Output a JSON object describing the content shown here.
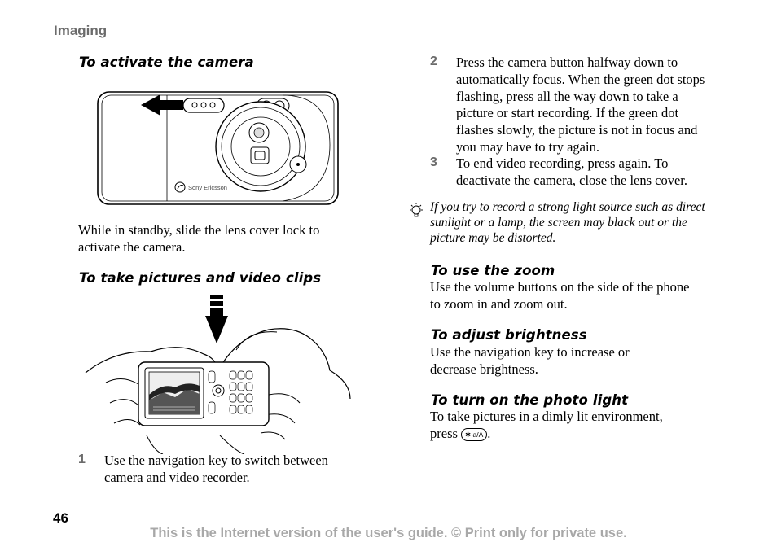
{
  "header": {
    "section": "Imaging"
  },
  "left": {
    "heading_activate": "To activate the camera",
    "camera_brand": "Sony Ericsson",
    "activate_text_1": "While in standby, slide the lens cover lock to",
    "activate_text_2": "activate the camera.",
    "heading_pictures": "To take pictures and video clips",
    "step1_num": "1",
    "step1_line1": "Use the navigation key to switch between",
    "step1_line2": "camera and video recorder."
  },
  "right": {
    "step2_num": "2",
    "step2_lines": [
      "Press the camera button halfway down to",
      "automatically focus. When the green dot stops",
      "flashing, press all the way down to take a",
      "picture or start recording. If the green dot",
      "flashes slowly, the picture is not in focus and",
      "you may have to try again."
    ],
    "step3_num": "3",
    "step3_lines": [
      "To end video recording, press again. To",
      "deactivate the camera, close the lens cover."
    ],
    "tip_lines": [
      "If you try to record a strong light source such as direct",
      "sunlight or a lamp, the screen may black out or the",
      "picture may be distorted."
    ],
    "heading_zoom": "To use the zoom",
    "zoom_lines": [
      "Use the volume buttons on the side of the phone",
      "to zoom in and zoom out."
    ],
    "heading_brightness": "To adjust brightness",
    "brightness_lines": [
      "Use the navigation key to increase or",
      "decrease brightness."
    ],
    "heading_light": "To turn on the photo light",
    "light_line1": "To take pictures in a dimly lit environment,",
    "light_line2_prefix": "press",
    "light_key": "✱ a/A",
    "light_line2_suffix": "."
  },
  "footer": {
    "page_number": "46",
    "notice": "This is the Internet version of the user's guide. © Print only for private use."
  }
}
